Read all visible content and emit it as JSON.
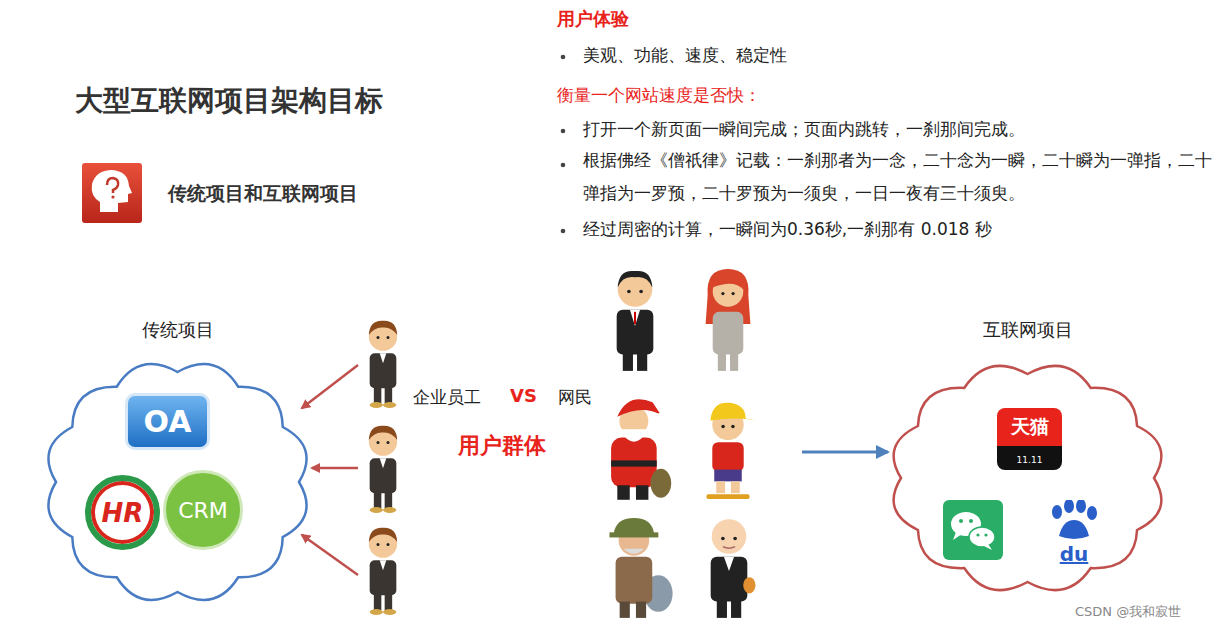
{
  "diagram": {
    "title": "大型互联网项目架构目标",
    "nodes": [
      {
        "text": [
          "传统项目"
        ]
      },
      {
        "text": [
          "OA"
        ],
        "in": 0
      },
      {
        "text": [
          "HR"
        ],
        "in": 0
      },
      {
        "text": [
          "CRM"
        ],
        "in": 0
      },
      {
        "text": [
          "互联网项目"
        ]
      },
      {
        "text": [
          "天猫",
          "11.11"
        ],
        "in": 4
      },
      {
        "text": [
          "du"
        ],
        "in": 4
      }
    ],
    "labels": [
      "用户体验",
      "美观、功能、速度、稳定性",
      "衡量一个网站速度是否快：",
      "打开一个新页面一瞬间完成；页面内跳转，一刹那间完成。",
      "根据佛经《僧祇律》记载：一刹那者为一念，二十念为一瞬，二十瞬为一弹指，二十弹指为一罗预，二十罗预为一须臾，一日一夜有三十须臾。",
      "经过周密的计算，一瞬间为0.36秒,一刹那有 0.018 秒",
      "传统项目和互联网项目",
      "企业员工",
      "VS",
      "网民",
      "用户群体",
      "CSDN @我和寂世"
    ]
  }
}
